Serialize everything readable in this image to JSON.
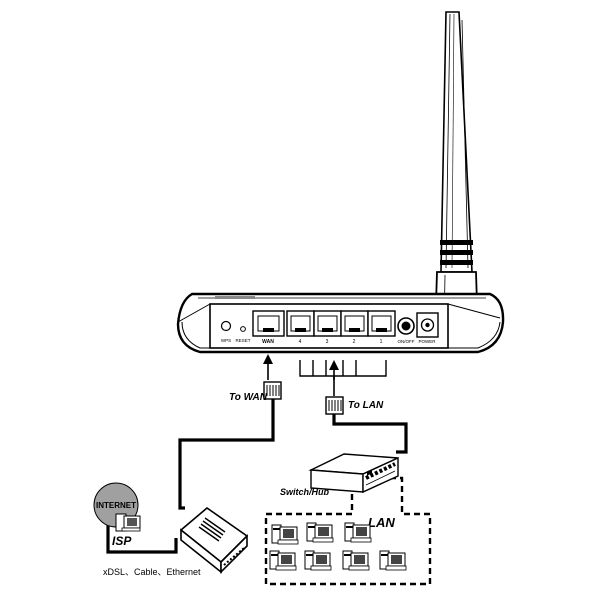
{
  "router": {
    "ports": {
      "wps": "WPS",
      "reset": "RESET",
      "wan": "WAN",
      "lan4": "4",
      "lan3": "3",
      "lan2": "2",
      "lan1": "1",
      "onoff": "ON/OFF",
      "power": "POWER"
    }
  },
  "labels": {
    "to_wan": "To WAN",
    "to_lan": "To LAN",
    "switch_hub": "Switch/Hub",
    "internet": "INTERNET",
    "isp": "ISP",
    "lan": "LAN",
    "connection_types": "xDSL、Cable、Ethernet"
  }
}
